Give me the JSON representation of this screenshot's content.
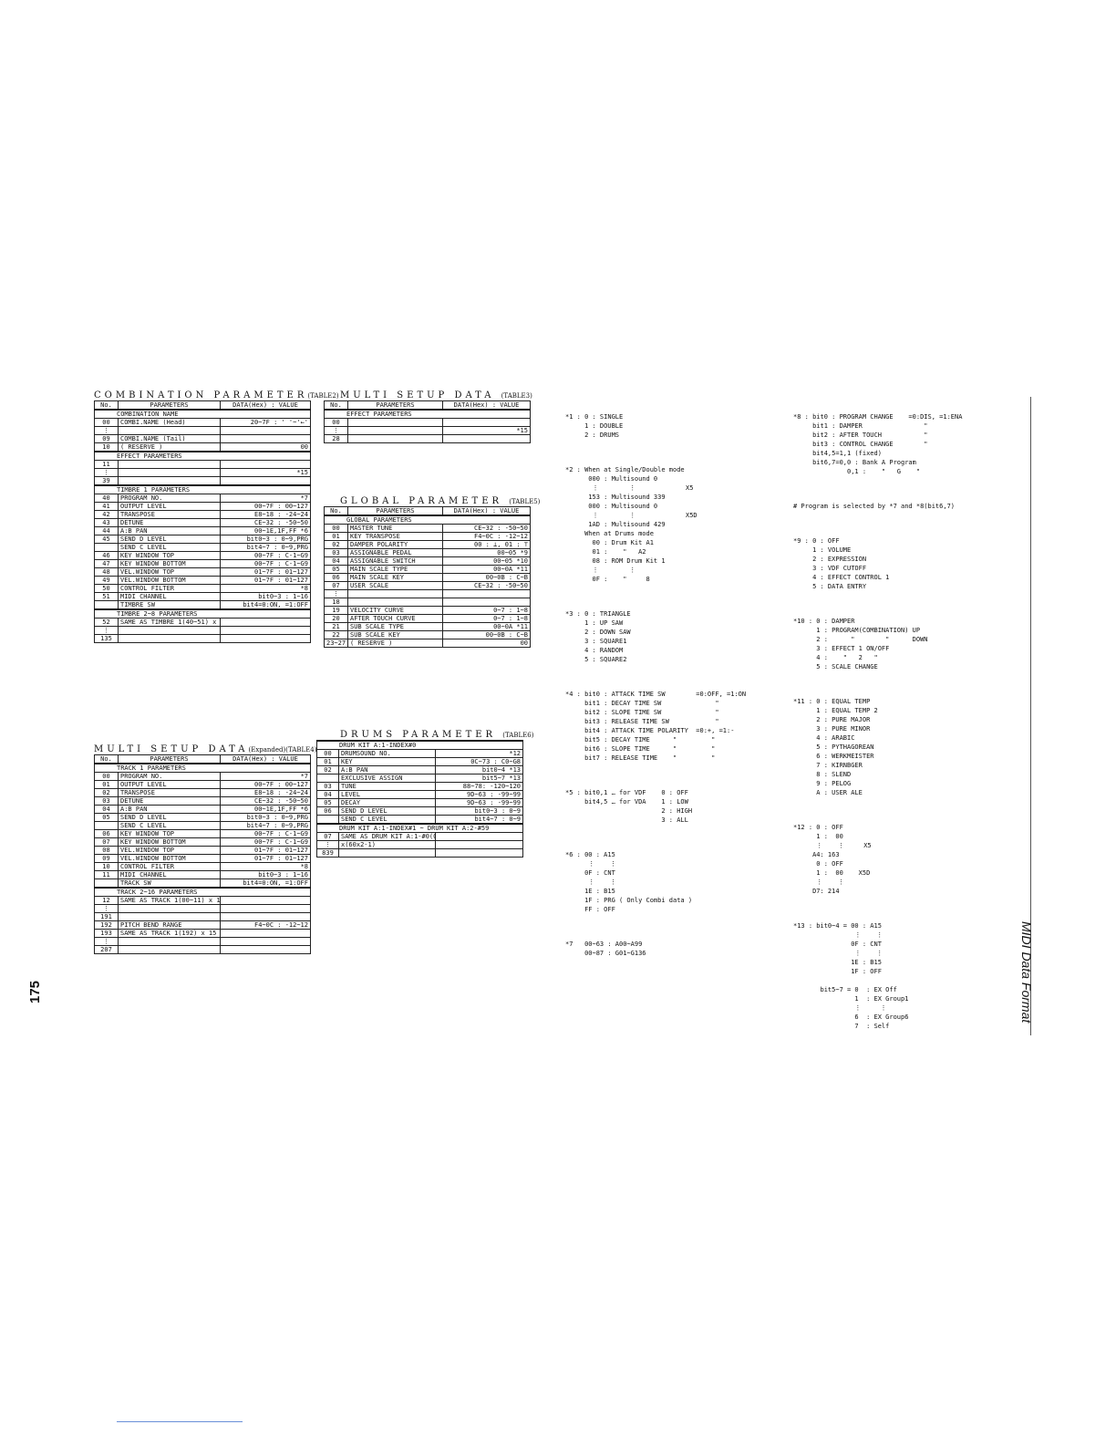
{
  "page_number": "175",
  "side_title": "MIDI Data Format",
  "combination": {
    "title": "COMBINATION PARAMETER",
    "tag": "(TABLE2)",
    "header": [
      "No.",
      "PARAMETERS",
      "DATA(Hex) : VALUE"
    ],
    "rows": [
      [
        "",
        "COMBINATION NAME",
        ""
      ],
      [
        "00",
        "COMBI.NAME (Head)",
        "20~7F : ' '~'←'"
      ],
      [
        "⋮",
        "",
        ""
      ],
      [
        "09",
        "COMBI.NAME (Tail)",
        ""
      ],
      [
        "10",
        "( RESERVE )",
        "00"
      ],
      [
        "",
        "EFFECT PARAMETERS",
        ""
      ],
      [
        "11",
        "",
        ""
      ],
      [
        "⋮",
        "",
        "*15"
      ],
      [
        "39",
        "",
        ""
      ],
      [
        "",
        "TIMBRE 1 PARAMETERS",
        ""
      ],
      [
        "40",
        "PROGRAM NO.",
        "*7"
      ],
      [
        "41",
        "OUTPUT LEVEL",
        "00~7F : 00~127"
      ],
      [
        "42",
        "TRANSPOSE",
        "E8~18 : -24~24"
      ],
      [
        "43",
        "DETUNE",
        "CE~32 : -50~50"
      ],
      [
        "44",
        "A:B PAN",
        "00~1E,1F,FF *6"
      ],
      [
        "45",
        "SEND D LEVEL",
        "bit0~3 : 0~9,PRG"
      ],
      [
        "",
        "SEND C LEVEL",
        "bit4~7 : 0~9,PRG"
      ],
      [
        "46",
        "KEY WINDOW TOP",
        "00~7F : C-1~G9"
      ],
      [
        "47",
        "KEY WINDOW BOTTOM",
        "00~7F : C-1~G9"
      ],
      [
        "48",
        "VEL.WINDOW TOP",
        "01~7F : 01~127"
      ],
      [
        "49",
        "VEL.WINDOW BOTTOM",
        "01~7F : 01~127"
      ],
      [
        "50",
        "CONTROL FILTER",
        "*8"
      ],
      [
        "51",
        "MIDI CHANNEL",
        "bit0~3 : 1~16"
      ],
      [
        "",
        "TIMBRE SW",
        "bit4=0:ON, =1:OFF"
      ],
      [
        "",
        "TIMBRE 2~8 PARAMETERS",
        ""
      ],
      [
        "52",
        "SAME AS TIMBRE 1(40~51) x 7",
        ""
      ],
      [
        "⋮",
        "",
        ""
      ],
      [
        "135",
        "",
        ""
      ]
    ]
  },
  "multi_setup": {
    "title": "MULTI SETUP DATA",
    "tag": "(TABLE3)",
    "header": [
      "No.",
      "PARAMETERS",
      "DATA(Hex) : VALUE"
    ],
    "rows": [
      [
        "",
        "EFFECT PARAMETERS",
        ""
      ],
      [
        "00",
        "",
        ""
      ],
      [
        "⋮",
        "",
        "*15"
      ],
      [
        "28",
        "",
        ""
      ]
    ]
  },
  "global": {
    "title": "GLOBAL PARAMETER",
    "tag": "(TABLE5)",
    "header": [
      "No.",
      "PARAMETERS",
      "DATA(Hex) : VALUE"
    ],
    "rows": [
      [
        "",
        "GLOBAL PARAMETERS",
        ""
      ],
      [
        "00",
        "MASTER TUNE",
        "CE~32 : -50~50"
      ],
      [
        "01",
        "KEY TRANSPOSE",
        "F4~0C : -12~12"
      ],
      [
        "02",
        "DAMPER POLARITY",
        "00 : ⊥, 01 : ⊤"
      ],
      [
        "03",
        "ASSIGNABLE PEDAL",
        "00~05 *9"
      ],
      [
        "04",
        "ASSIGNABLE SWITCH",
        "00~05 *10"
      ],
      [
        "05",
        "MAIN SCALE TYPE",
        "00~0A *11"
      ],
      [
        "06",
        "MAIN SCALE KEY",
        "00~0B : C~B"
      ],
      [
        "07",
        "USER SCALE",
        "CE~32 : -50~50"
      ],
      [
        "⋮",
        "",
        ""
      ],
      [
        "18",
        "",
        ""
      ],
      [
        "19",
        "VELOCITY CURVE",
        "0~7 : 1~8"
      ],
      [
        "20",
        "AFTER TOUCH CURVE",
        "0~7 : 1~8"
      ],
      [
        "21",
        "SUB SCALE TYPE",
        "00~0A *11"
      ],
      [
        "22",
        "SUB SCALE KEY",
        "00~0B : C~B"
      ],
      [
        "23~27",
        "( RESERVE )",
        "00"
      ]
    ]
  },
  "multi_setup_expanded": {
    "title": "MULTI SETUP DATA",
    "tag": "(Expanded)(TABLE4)",
    "header": [
      "No.",
      "PARAMETERS",
      "DATA(Hex) : VALUE"
    ],
    "rows": [
      [
        "",
        "TRACK 1 PARAMETERS",
        ""
      ],
      [
        "00",
        "PROGRAM NO.",
        "*7"
      ],
      [
        "01",
        "OUTPUT LEVEL",
        "00~7F : 00~127"
      ],
      [
        "02",
        "TRANSPOSE",
        "E8~18 : -24~24"
      ],
      [
        "03",
        "DETUNE",
        "CE~32 : -50~50"
      ],
      [
        "04",
        "A:B PAN",
        "00~1E,1F,FF *6"
      ],
      [
        "05",
        "SEND D LEVEL",
        "bit0~3 : 0~9,PRG"
      ],
      [
        "",
        "SEND C LEVEL",
        "bit4~7 : 0~9,PRG"
      ],
      [
        "06",
        "KEY WINDOW TOP",
        "00~7F : C-1~G9"
      ],
      [
        "07",
        "KEY WINDOW BOTTOM",
        "00~7F : C-1~G9"
      ],
      [
        "08",
        "VEL.WINDOW TOP",
        "01~7F : 01~127"
      ],
      [
        "09",
        "VEL.WINDOW BOTTOM",
        "01~7F : 01~127"
      ],
      [
        "10",
        "CONTROL FILTER",
        "*8"
      ],
      [
        "11",
        "MIDI CHANNEL",
        "bit0~3 : 1~16"
      ],
      [
        "",
        "TRACK SW",
        "bit4=0:ON, =1:OFF"
      ],
      [
        "",
        "TRACK 2~16 PARAMETERS",
        ""
      ],
      [
        "12",
        "SAME AS TRACK 1(00~11) x 15",
        ""
      ],
      [
        "⋮",
        "",
        ""
      ],
      [
        "191",
        "",
        ""
      ],
      [
        "192",
        "PITCH BEND RANGE",
        "F4~0C : -12~12"
      ],
      [
        "193",
        "SAME AS TRACK 1(192) x 15",
        ""
      ],
      [
        "⋮",
        "",
        ""
      ],
      [
        "207",
        "",
        ""
      ]
    ]
  },
  "drums": {
    "title": "DRUMS PARAMETER",
    "tag": "(TABLE6)",
    "rows": [
      [
        "",
        "DRUM KIT A:1-INDEX#0",
        ""
      ],
      [
        "00",
        "DRUMSOUND NO.",
        "*12"
      ],
      [
        "01",
        "KEY",
        "0C~73 : C0~G8"
      ],
      [
        "02",
        "A:B PAN",
        "bit0~4 *13"
      ],
      [
        "",
        "EXCLUSIVE ASSIGN",
        "bit5~7 *13"
      ],
      [
        "03",
        "TUNE",
        "88~78: -120~120"
      ],
      [
        "04",
        "LEVEL",
        "9D~63 : -99~99"
      ],
      [
        "05",
        "DECAY",
        "9D~63 : -99~99"
      ],
      [
        "06",
        "SEND D LEVEL",
        "bit0~3 : 0~9"
      ],
      [
        "",
        "SEND C LEVEL",
        "bit4~7 : 0~9"
      ],
      [
        "",
        "DRUM KIT A:1-INDEX#1 ~ DRUM KIT A:2-#59",
        ""
      ],
      [
        "07",
        "SAME AS DRUM KIT A:1-#0(00~06)",
        ""
      ],
      [
        "⋮",
        "x(60x2-1)",
        ""
      ],
      [
        "839",
        "",
        ""
      ]
    ]
  },
  "notes": {
    "col1": [
      "*1 : 0 : SINGLE\n     1 : DOUBLE\n     2 : DRUMS",
      "*2 : When at Single/Double mode\n      000 : Multisound 0\n       ⋮        ⋮             X5\n      153 : Multisound 339\n      000 : Multisound 0\n       ⋮        ⋮             X5D\n      1AD : Multisound 429\n     When at Drums mode\n       00 : Drum Kit A1\n       01 :    \"   A2\n       08 : ROM Drum Kit 1\n       ⋮        ⋮\n       0F :    \"     8",
      "*3 : 0 : TRIANGLE\n     1 : UP SAW\n     2 : DOWN SAW\n     3 : SQUARE1\n     4 : RANDOM\n     5 : SQUARE2",
      "*4 : bit0 : ATTACK TIME SW        =0:OFF, =1:ON\n     bit1 : DECAY TIME SW              \"\n     bit2 : SLOPE TIME SW              \"\n     bit3 : RELEASE TIME SW            \"\n     bit4 : ATTACK TIME POLARITY  =0:+, =1:-\n     bit5 : DECAY TIME      \"         \"\n     bit6 : SLOPE TIME      \"         \"\n     bit7 : RELEASE TIME    \"         \"",
      "*5 : bit0,1 … for VDF    0 : OFF\n     bit4,5 … for VDA    1 : LOW\n                         2 : HIGH\n                         3 : ALL",
      "*6 : 00 : A15\n      ⋮    ⋮\n     0F : CNT\n      ⋮    ⋮\n     1E : B15\n     1F : PRG ( Only Combi data )\n     FF : OFF",
      "*7   00~63 : A00~A99\n     00~87 : G01~G136"
    ],
    "col2": [
      "*8 : bit0 : PROGRAM CHANGE    =0:DIS, =1:ENA\n     bit1 : DAMPER                \"\n     bit2 : AFTER TOUCH           \"\n     bit3 : CONTROL CHANGE        \"\n     bit4,5=1,1 (fixed)\n     bit6,7=0,0 : Bank A Program\n              0,1 :    \"   G    \"",
      "# Program is selected by *7 and *8(bit6,7)",
      "*9 : 0 : OFF\n     1 : VOLUME\n     2 : EXPRESSION\n     3 : VDF CUTOFF\n     4 : EFFECT CONTROL 1\n     5 : DATA ENTRY",
      "*10 : 0 : DAMPER\n      1 : PROGRAM(COMBINATION) UP\n      2 :      \"        \"      DOWN\n      3 : EFFECT 1 ON/OFF\n      4 :    \"   2   \"\n      5 : SCALE CHANGE",
      "*11 : 0 : EQUAL TEMP\n      1 : EQUAL TEMP 2\n      2 : PURE MAJOR\n      3 : PURE MINOR\n      4 : ARABIC\n      5 : PYTHAGOREAN\n      6 : WERKMEISTER\n      7 : KIRNBGER\n      8 : SLEND\n      9 : PELOG\n      A : USER ALE",
      "*12 : 0 : OFF\n      1 :  00\n      ⋮    ⋮     X5\n     A4: 163\n      0 : OFF\n      1 :  00    X5D\n      ⋮    ⋮\n     D7: 214",
      "*13 : bit0~4 = 00 : A15\n                ⋮    ⋮\n               0F : CNT\n                ⋮    ⋮\n               1E : B15\n               1F : OFF\n\n       bit5~7 = 0  : EX Off\n                1  : EX Group1\n                ⋮     ⋮\n                6  : EX Group6\n                7  : Self"
    ]
  }
}
